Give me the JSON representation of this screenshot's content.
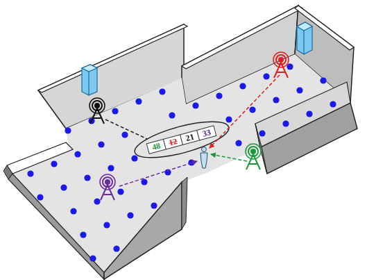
{
  "diagram": {
    "labels": [
      "48",
      "12",
      "21",
      "33"
    ]
  }
}
